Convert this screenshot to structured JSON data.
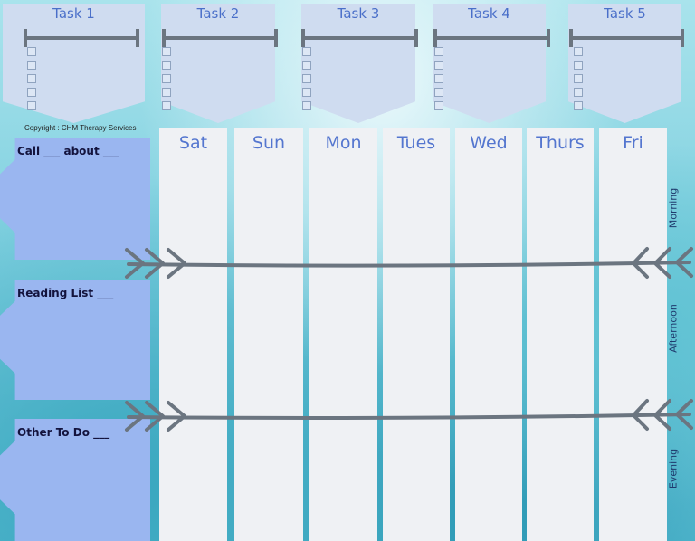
{
  "copyright": "Copyright : CHM Therapy Services",
  "tasks": [
    {
      "title": "Task 1"
    },
    {
      "title": "Task 2"
    },
    {
      "title": "Task 3"
    },
    {
      "title": "Task 4"
    },
    {
      "title": "Task 5"
    }
  ],
  "side_tags": [
    {
      "label": "Call ___ about ___"
    },
    {
      "label": "Reading List ___"
    },
    {
      "label": "Other To Do ___"
    }
  ],
  "days": [
    "Sat",
    "Sun",
    "Mon",
    "Tues",
    "Wed",
    "Thurs",
    "Fri"
  ],
  "periods": [
    "Morning",
    "Afternoon",
    "Evening"
  ],
  "colors": {
    "pocket": "#cfdcf0",
    "pocket_title": "#4a6fc9",
    "side_tag": "#9ab6f0",
    "day_column": "#eff1f4",
    "day_header": "#5476cf",
    "arrow": "#6b7580"
  }
}
